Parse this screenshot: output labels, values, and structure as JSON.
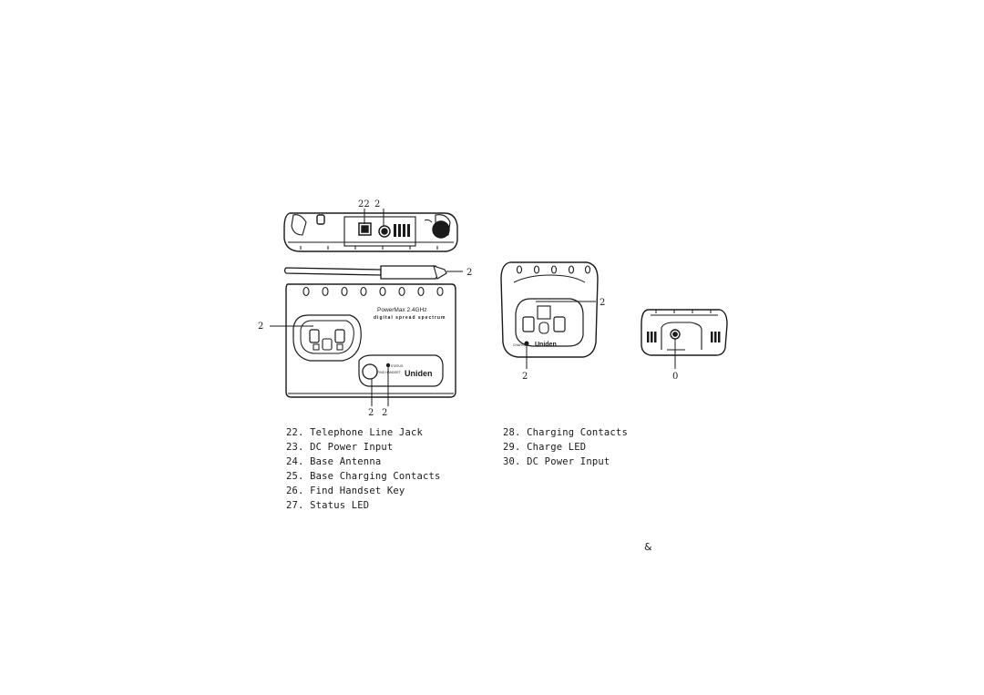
{
  "callouts": {
    "top_view_left": "22",
    "top_view_right": "2",
    "antenna": "2",
    "base_contacts": "2",
    "find_key": "2",
    "status_led": "2",
    "charger_contacts": "2",
    "charge_led": "2",
    "charger_power": "0"
  },
  "base_branding": {
    "model": "PowerMax 2.4GHz",
    "subtitle": "digital spread spectrum",
    "brand": "Uniden",
    "led_label": "STATUS",
    "key_label": "FIND HANDSET"
  },
  "charger_branding": {
    "brand": "Uniden",
    "led_label": "CHARGE"
  },
  "legend_left": [
    {
      "num": "22.",
      "label": "Telephone Line Jack"
    },
    {
      "num": "23.",
      "label": "DC Power Input"
    },
    {
      "num": "24.",
      "label": "Base Antenna"
    },
    {
      "num": "25.",
      "label": "Base Charging Contacts"
    },
    {
      "num": "26.",
      "label": "Find Handset Key"
    },
    {
      "num": "27.",
      "label": "Status LED"
    }
  ],
  "legend_right": [
    {
      "num": "28.",
      "label": "Charging Contacts"
    },
    {
      "num": "29.",
      "label": "Charge LED"
    },
    {
      "num": "30.",
      "label": "DC Power Input"
    }
  ],
  "page_marker": "&"
}
